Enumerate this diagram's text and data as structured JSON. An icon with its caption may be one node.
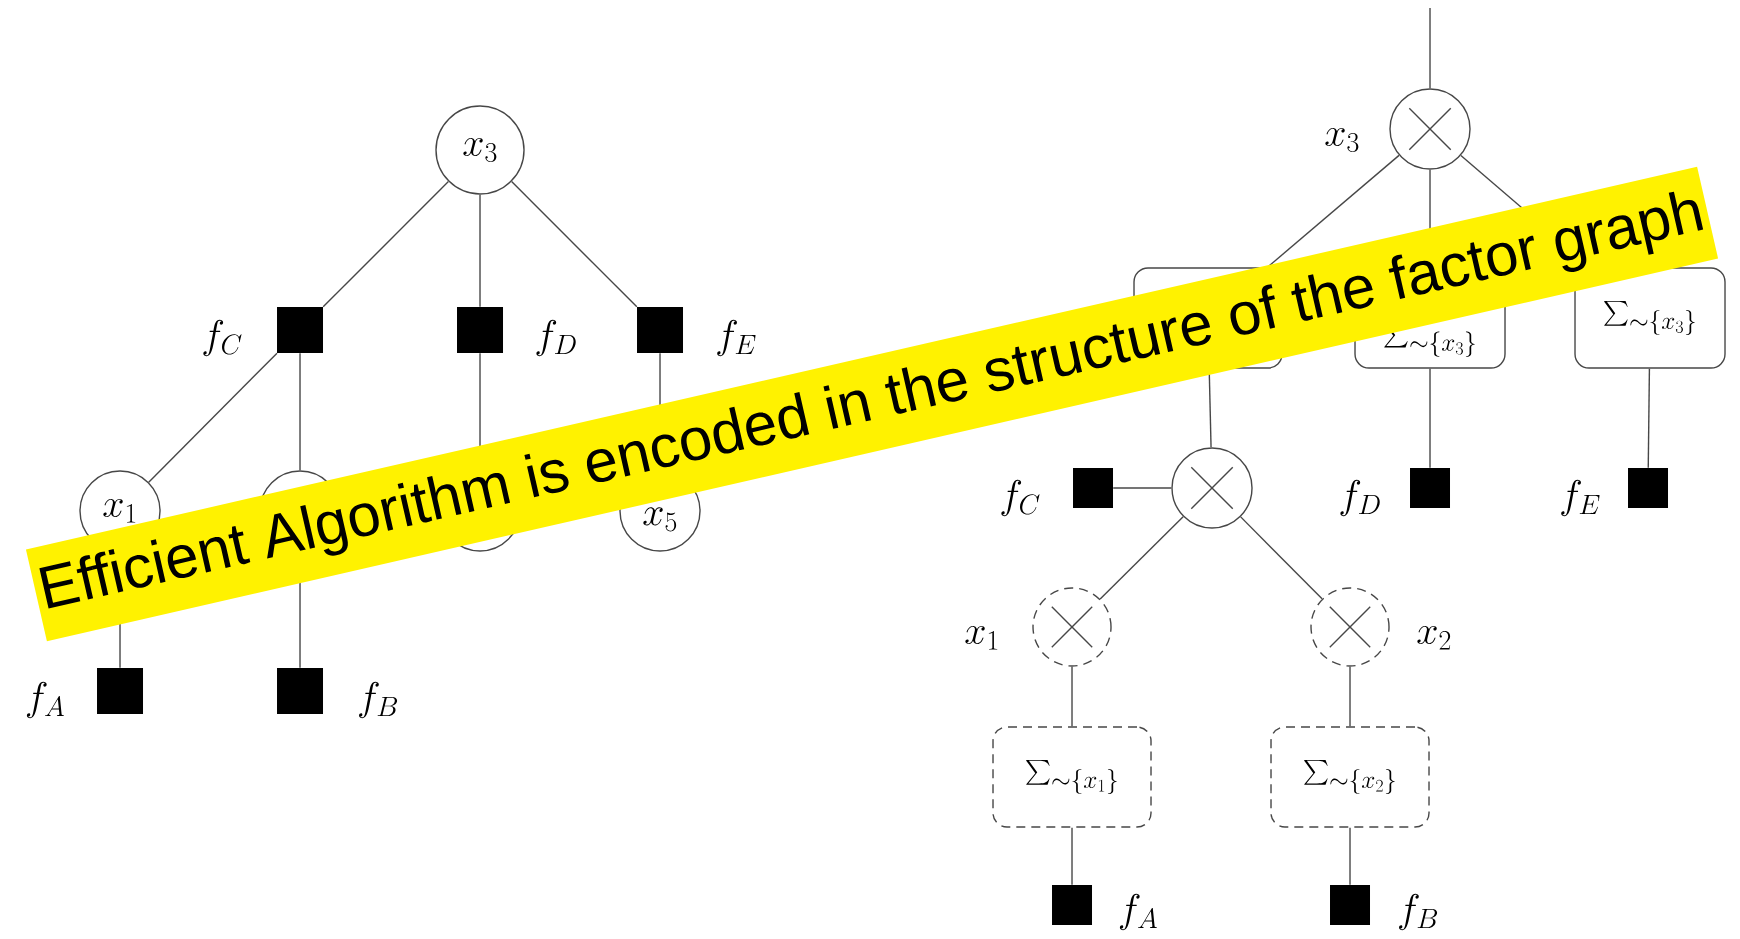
{
  "diagram": {
    "nodes": [
      {
        "text": [
          "x_3"
        ]
      },
      {
        "text": [],
        "shape": "box",
        "beside": [
          "f_C"
        ]
      },
      {
        "text": [],
        "shape": "box",
        "beside": [
          "f_D"
        ]
      },
      {
        "text": [],
        "shape": "box",
        "beside": [
          "f_E"
        ]
      },
      {
        "text": [
          "x_1"
        ]
      },
      {
        "text": [],
        "shape": "circle"
      },
      {
        "text": [],
        "shape": "circle"
      },
      {
        "text": [
          "x_5"
        ]
      },
      {
        "text": [],
        "shape": "box",
        "beside": [
          "f_A"
        ]
      },
      {
        "text": [],
        "shape": "box",
        "beside": [
          "f_B"
        ]
      },
      {
        "text": [],
        "shape": "circle",
        "beside": [
          "x_3"
        ]
      },
      {
        "text": [],
        "shape": "box"
      },
      {
        "text": [
          "\\sum_{\\sim\\{x_3\\}}"
        ]
      },
      {
        "text": [
          "\\sum_{\\sim\\{x_3\\}}"
        ]
      },
      {
        "text": [],
        "shape": "circle"
      },
      {
        "text": [],
        "shape": "box",
        "beside": [
          "f_C"
        ]
      },
      {
        "text": [],
        "shape": "box",
        "beside": [
          "f_D"
        ]
      },
      {
        "text": [],
        "shape": "box",
        "beside": [
          "f_E"
        ]
      },
      {
        "text": [],
        "shape": "circle",
        "beside": [
          "x_1"
        ]
      },
      {
        "text": [],
        "shape": "circle",
        "beside": [
          "x_2"
        ]
      },
      {
        "text": [
          "\\sum_{\\sim\\{x_1\\}}"
        ]
      },
      {
        "text": [
          "\\sum_{\\sim\\{x_2\\}}"
        ]
      },
      {
        "text": [],
        "shape": "box",
        "beside": [
          "f_A"
        ]
      },
      {
        "text": [],
        "shape": "box",
        "beside": [
          "f_B"
        ]
      }
    ],
    "edges": [
      {
        "from": 0,
        "to": 1,
        "arrow": "none"
      },
      {
        "from": 0,
        "to": 2,
        "arrow": "none"
      },
      {
        "from": 0,
        "to": 3,
        "arrow": "none"
      },
      {
        "from": 1,
        "to": 4,
        "arrow": "none"
      },
      {
        "from": 1,
        "to": 5,
        "arrow": "none"
      },
      {
        "from": 2,
        "to": 6,
        "arrow": "none"
      },
      {
        "from": 3,
        "to": 7,
        "arrow": "none"
      },
      {
        "from": 4,
        "to": 8,
        "arrow": "none"
      },
      {
        "from": 5,
        "to": 9,
        "arrow": "none"
      },
      {
        "from": null,
        "to": 10,
        "arrow": "none"
      },
      {
        "from": 10,
        "to": 11,
        "arrow": "none"
      },
      {
        "from": 10,
        "to": 12,
        "arrow": "none"
      },
      {
        "from": 10,
        "to": 13,
        "arrow": "none"
      },
      {
        "from": 11,
        "to": 14,
        "arrow": "none"
      },
      {
        "from": 12,
        "to": 16,
        "arrow": "none"
      },
      {
        "from": 13,
        "to": 17,
        "arrow": "none"
      },
      {
        "from": 15,
        "to": 14,
        "arrow": "none"
      },
      {
        "from": 14,
        "to": 18,
        "arrow": "none"
      },
      {
        "from": 14,
        "to": 19,
        "arrow": "none"
      },
      {
        "from": 18,
        "to": 20,
        "arrow": "none"
      },
      {
        "from": 19,
        "to": 21,
        "arrow": "none"
      },
      {
        "from": 20,
        "to": 22,
        "arrow": "none"
      },
      {
        "from": 21,
        "to": 23,
        "arrow": "none"
      }
    ],
    "labels": [
      "Efficient Algorithm is encoded in the structure of the factor graph"
    ]
  }
}
